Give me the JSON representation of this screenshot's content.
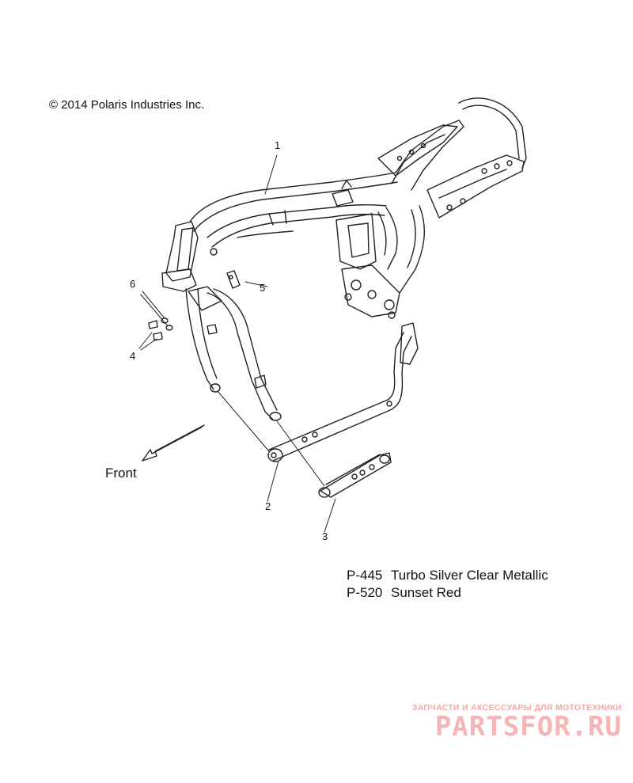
{
  "copyright": "© 2014 Polaris Industries Inc.",
  "front_label": "Front",
  "callouts": [
    "1",
    "2",
    "3",
    "4",
    "5",
    "6"
  ],
  "legend": [
    {
      "code": "P-445",
      "name": "Turbo Silver Clear Metallic"
    },
    {
      "code": "P-520",
      "name": "Sunset Red"
    }
  ],
  "watermark": {
    "tagline": "ЗАПЧАСТИ И АКСЕССУАРЫ ДЛЯ МОТОТЕХНИКИ",
    "logo": "PARTSFOR.RU"
  },
  "colors": {
    "line": "#222222",
    "watermark": "#f0a8a8"
  }
}
